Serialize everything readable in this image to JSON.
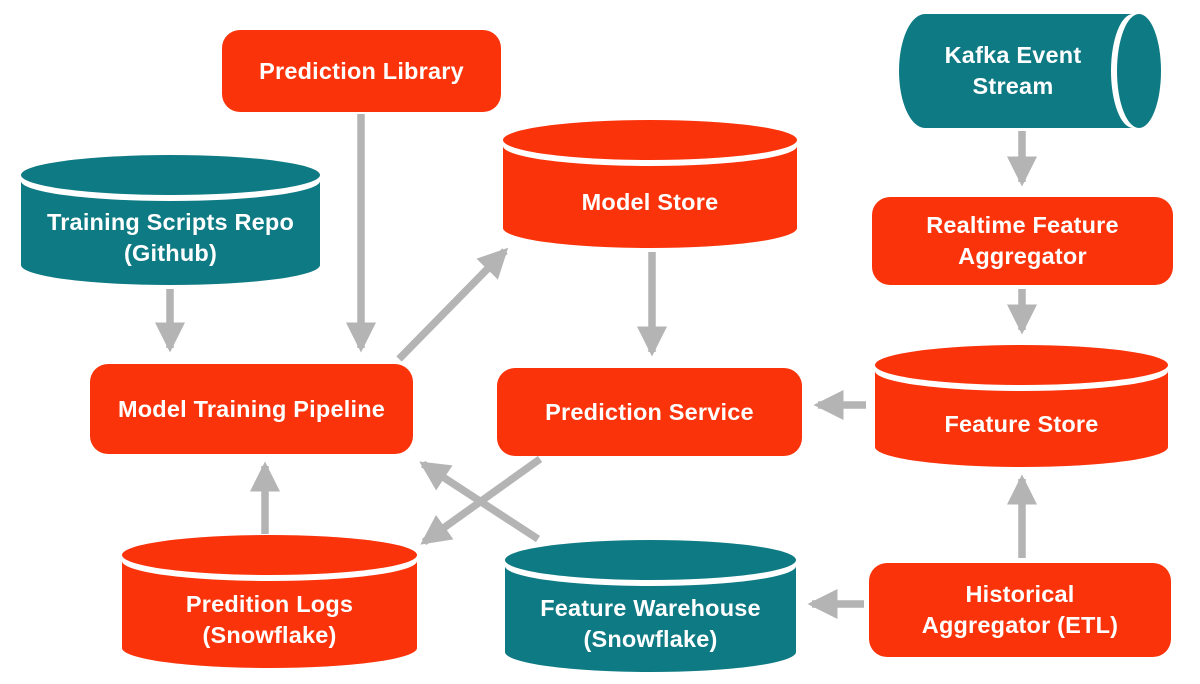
{
  "diagram": {
    "colors": {
      "orange": "#fa330a",
      "teal": "#0e7a84",
      "arrow": "#b4b4b4",
      "background": "#ffffff",
      "label_text": "#ffffff"
    },
    "nodes": {
      "prediction_library": {
        "label": "Prediction Library",
        "shape": "rounded-rect",
        "color": "orange"
      },
      "kafka_event_stream": {
        "label": "Kafka Event\nStream",
        "shape": "cylinder-horizontal",
        "color": "teal"
      },
      "training_scripts_repo": {
        "label": "Training Scripts Repo\n(Github)",
        "shape": "cylinder",
        "color": "teal"
      },
      "model_store": {
        "label": "Model Store",
        "shape": "cylinder",
        "color": "orange"
      },
      "realtime_feature_aggregator": {
        "label": "Realtime Feature\nAggregator",
        "shape": "rounded-rect",
        "color": "orange"
      },
      "model_training_pipeline": {
        "label": "Model Training Pipeline",
        "shape": "rounded-rect",
        "color": "orange"
      },
      "prediction_service": {
        "label": "Prediction Service",
        "shape": "rounded-rect",
        "color": "orange"
      },
      "feature_store": {
        "label": "Feature Store",
        "shape": "cylinder",
        "color": "orange"
      },
      "predition_logs": {
        "label": "Predition Logs\n(Snowflake)",
        "shape": "cylinder",
        "color": "orange"
      },
      "feature_warehouse": {
        "label": "Feature Warehouse\n(Snowflake)",
        "shape": "cylinder",
        "color": "teal"
      },
      "historical_aggregator": {
        "label": "Historical\nAggregator (ETL)",
        "shape": "rounded-rect",
        "color": "orange"
      }
    },
    "edges": [
      {
        "from": "prediction_library",
        "to": "model_training_pipeline"
      },
      {
        "from": "training_scripts_repo",
        "to": "model_training_pipeline"
      },
      {
        "from": "model_training_pipeline",
        "to": "model_store"
      },
      {
        "from": "model_store",
        "to": "prediction_service"
      },
      {
        "from": "kafka_event_stream",
        "to": "realtime_feature_aggregator"
      },
      {
        "from": "realtime_feature_aggregator",
        "to": "feature_store"
      },
      {
        "from": "feature_store",
        "to": "prediction_service"
      },
      {
        "from": "prediction_service",
        "to": "predition_logs"
      },
      {
        "from": "feature_warehouse",
        "to": "model_training_pipeline"
      },
      {
        "from": "predition_logs",
        "to": "model_training_pipeline"
      },
      {
        "from": "historical_aggregator",
        "to": "feature_store"
      },
      {
        "from": "historical_aggregator",
        "to": "feature_warehouse"
      }
    ]
  }
}
